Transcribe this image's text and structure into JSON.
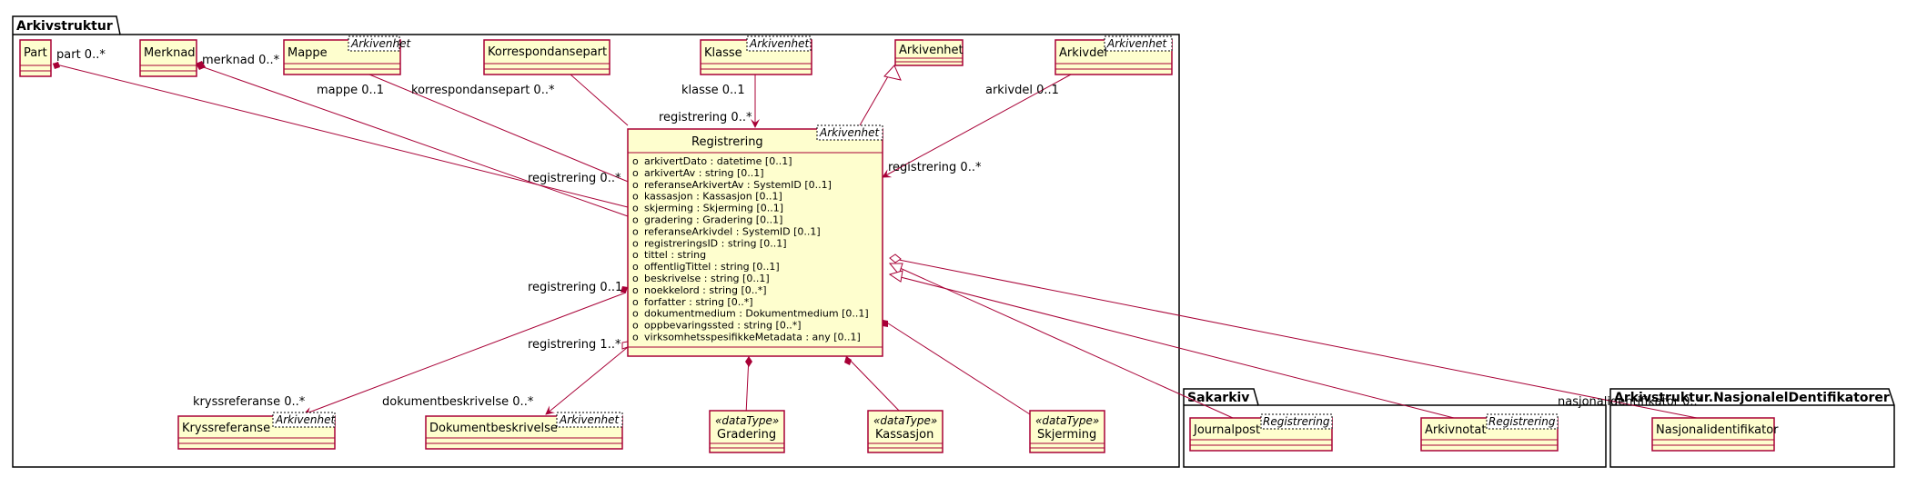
{
  "packages": {
    "main": "Arkivstruktur",
    "sakarkiv": "Sakarkiv",
    "nasjonal": "Arkivstruktur.NasjonalelDentifikatorer"
  },
  "classes": {
    "part": "Part",
    "merknad": "Merknad",
    "mappe": "Mappe",
    "mappe_stereo": "Arkivenhet",
    "korrespondansepart": "Korrespondansepart",
    "klasse": "Klasse",
    "klasse_stereo": "Arkivenhet",
    "arkivenhet": "Arkivenhet",
    "arkivdel": "Arkivdel",
    "arkivdel_stereo": "Arkivenhet",
    "registrering": "Registrering",
    "registrering_stereo": "Arkivenhet",
    "kryssreferanse": "Kryssreferanse",
    "kryssreferanse_stereo": "Arkivenhet",
    "dokumentbeskrivelse": "Dokumentbeskrivelse",
    "dokumentbeskrivelse_stereo": "Arkivenhet",
    "gradering_stereo": "«dataType»",
    "gradering": "Gradering",
    "kassasjon_stereo": "«dataType»",
    "kassasjon": "Kassasjon",
    "skjerming_stereo": "«dataType»",
    "skjerming": "Skjerming",
    "journalpost": "Journalpost",
    "journalpost_stereo": "Registrering",
    "arkivnotat": "Arkivnotat",
    "arkivnotat_stereo": "Registrering",
    "nasjonalidentifikator": "Nasjonalidentifikator"
  },
  "registrering_attributes": [
    "arkivertDato : datetime [0..1]",
    "arkivertAv : string [0..1]",
    "referanseArkivertAv : SystemID [0..1]",
    "kassasjon : Kassasjon [0..1]",
    "skjerming : Skjerming [0..1]",
    "gradering : Gradering [0..1]",
    "referanseArkivdel : SystemID [0..1]",
    "registreringsID : string [0..1]",
    "tittel : string",
    "offentligTittel : string [0..1]",
    "beskrivelse : string [0..1]",
    "noekkelord : string [0..*]",
    "forfatter : string [0..*]",
    "dokumentmedium : Dokumentmedium [0..1]",
    "oppbevaringssted : string [0..*]",
    "virksomhetsspesifikkeMetadata : any [0..1]"
  ],
  "attr_visibility": "o",
  "roles": {
    "part": "part 0..*",
    "merknad": "merknad 0..*",
    "mappe": "mappe 0..1",
    "korrespondansepart": "korrespondansepart 0..*",
    "klasse": "klasse 0..1",
    "registrering_klasse": "registrering 0..*",
    "arkivdel": "arkivdel 0..1",
    "registrering_arkivdel": "registrering 0..*",
    "registrering_left": "registrering 0..*",
    "registrering_kryss": "registrering 0..1",
    "registrering_dok": "registrering 1..*",
    "kryssreferanse": "kryssreferanse 0..*",
    "dokumentbeskrivelse": "dokumentbeskrivelse 0..*",
    "nasjonalidentifikator": "nasjonalidentifikator 0..*"
  },
  "colors": {
    "class_fill": "#FEFECE",
    "class_border": "#A80036",
    "edge": "#A80036"
  }
}
